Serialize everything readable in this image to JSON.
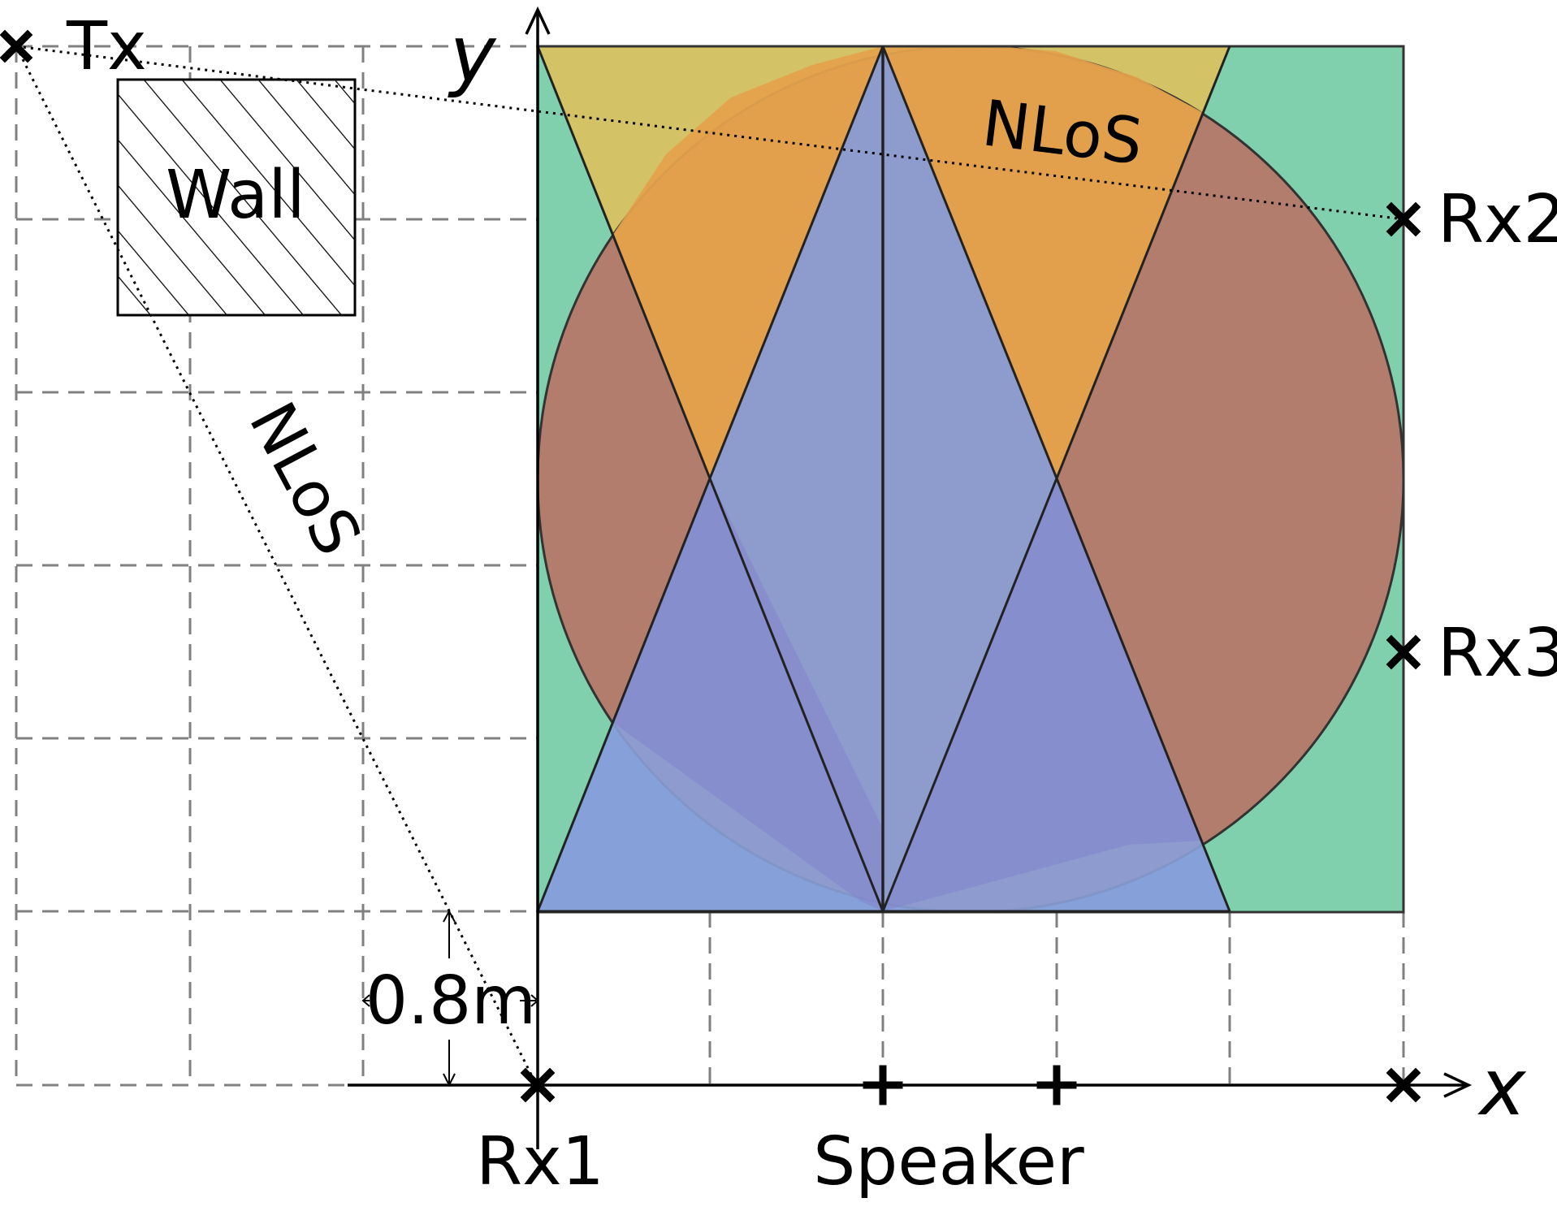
{
  "labels": {
    "tx": "Tx",
    "wall": "Wall",
    "rx1": "Rx1",
    "rx2": "Rx2",
    "rx3": "Rx3",
    "speaker": "Speaker",
    "x_axis": "x",
    "y_axis": "y",
    "nlos_region": "NLoS",
    "nlos_path": "NLoS",
    "grid_spacing": "0.8m"
  },
  "colors": {
    "square_fill": "#80d0ae",
    "yellow_region": "#d4c266",
    "orange_region": "#e4a24c",
    "red_circle": "#c0655a",
    "blue_region": "#6aa8e4",
    "purple_overlap": "#8484cc",
    "grid_line": "#808080"
  },
  "icons": [
    "cross-marker-icon",
    "plus-marker-icon",
    "arrow-icon"
  ]
}
